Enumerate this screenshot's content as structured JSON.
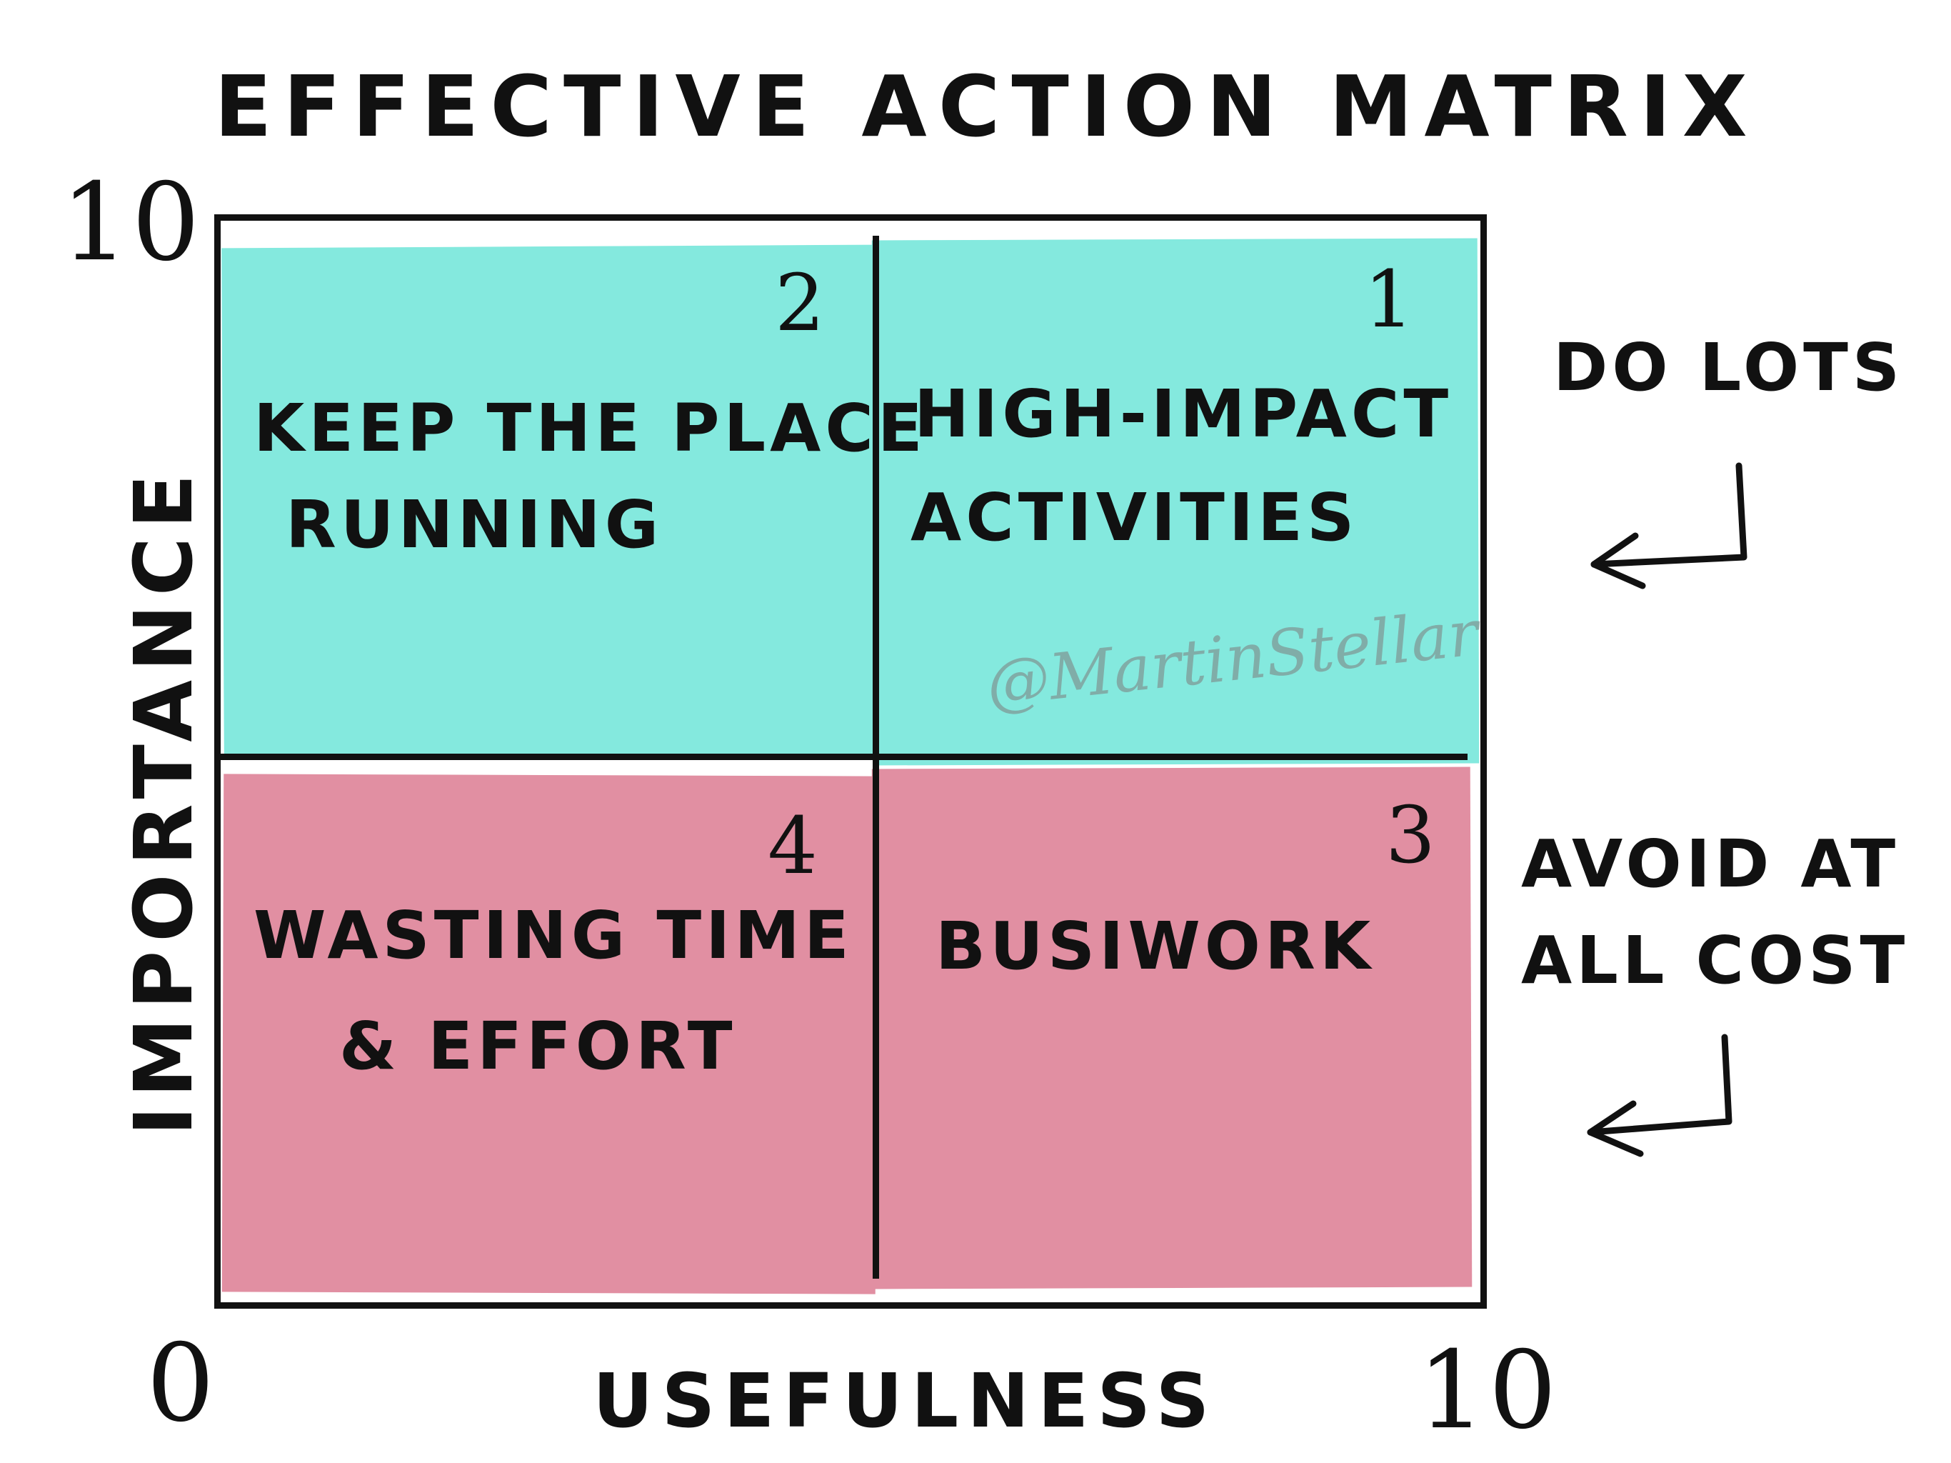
{
  "title": "EFFECTIVE ACTION MATRIX",
  "colors": {
    "important_quadrants": "#84e9de",
    "unimportant_quadrants": "#e18fa2",
    "ink": "#111111"
  },
  "axes": {
    "x_label": "USEFULNESS",
    "y_label": "IMPORTANCE",
    "x_min": "0",
    "x_max": "10",
    "y_max": "10"
  },
  "quadrants": [
    {
      "number": "1",
      "line1": "HIGH-IMPACT",
      "line2": "ACTIVITIES",
      "color": "teal"
    },
    {
      "number": "2",
      "line1": "KEEP THE PLACE",
      "line2": "RUNNING",
      "color": "teal"
    },
    {
      "number": "3",
      "line1": "BUSIWORK",
      "line2": "",
      "color": "pink"
    },
    {
      "number": "4",
      "line1": "WASTING TIME",
      "line2": "& EFFORT",
      "color": "pink"
    }
  ],
  "side_notes": {
    "top": "DO LOTS",
    "bottom_line1": "AVOID AT",
    "bottom_line2": "ALL COST",
    "arrow_icon": "return-arrow-icon"
  },
  "signature": "@MartinStellar"
}
